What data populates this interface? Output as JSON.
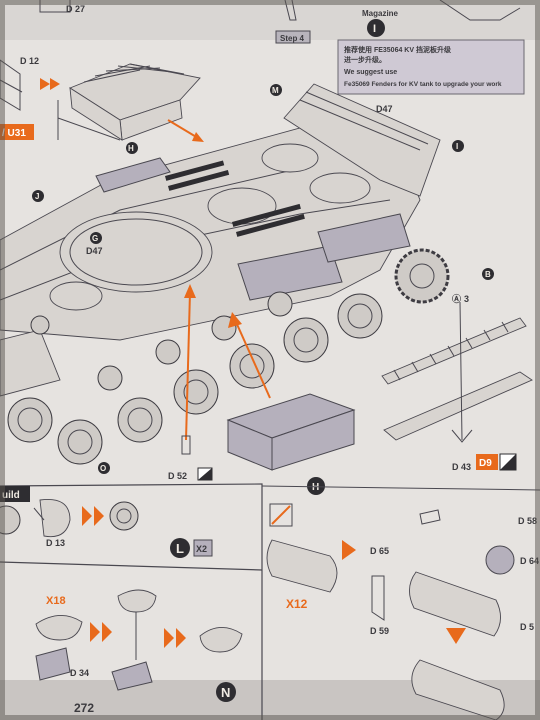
{
  "page": {
    "number": "272"
  },
  "step_box": {
    "step_label": "Step 4",
    "magazine_label": "Magazine",
    "magazine_letter": "I",
    "note_chinese": "推荐使用 FE35064 KV 挡泥板升级",
    "note_chinese_2": "进一步升级。",
    "note_english_1": "We suggest use",
    "note_english_2": "Fe35069 Fenders for KV tank to upgrade your work"
  },
  "callouts": {
    "m": "M",
    "i": "I",
    "j": "J",
    "h_top": "H",
    "h_box": "H",
    "g": "G",
    "o": "O",
    "b": "B",
    "a": "A",
    "l": "L",
    "n": "N"
  },
  "parts": {
    "d12": "D 12",
    "d27": "D 27",
    "d47_top": "D47",
    "d47_left": "D47",
    "d52": "D 52",
    "d43": "D 43",
    "d9": "D9",
    "a3": "3",
    "u31": "/ U31",
    "d13": "D 13",
    "d58": "D 58",
    "d65": "D 65",
    "d64": "D 64",
    "d59": "D 59",
    "d5": "D 5",
    "d34": "D 34"
  },
  "quantities": {
    "x2": "X2",
    "x12": "X12",
    "x18": "X18"
  },
  "misc": {
    "build_label": "uild"
  },
  "colors": {
    "paper": "#e9e6e3",
    "orange": "#e86a1c",
    "ink": "#3b3a3e",
    "grey_fill": "#b5b0bc"
  }
}
